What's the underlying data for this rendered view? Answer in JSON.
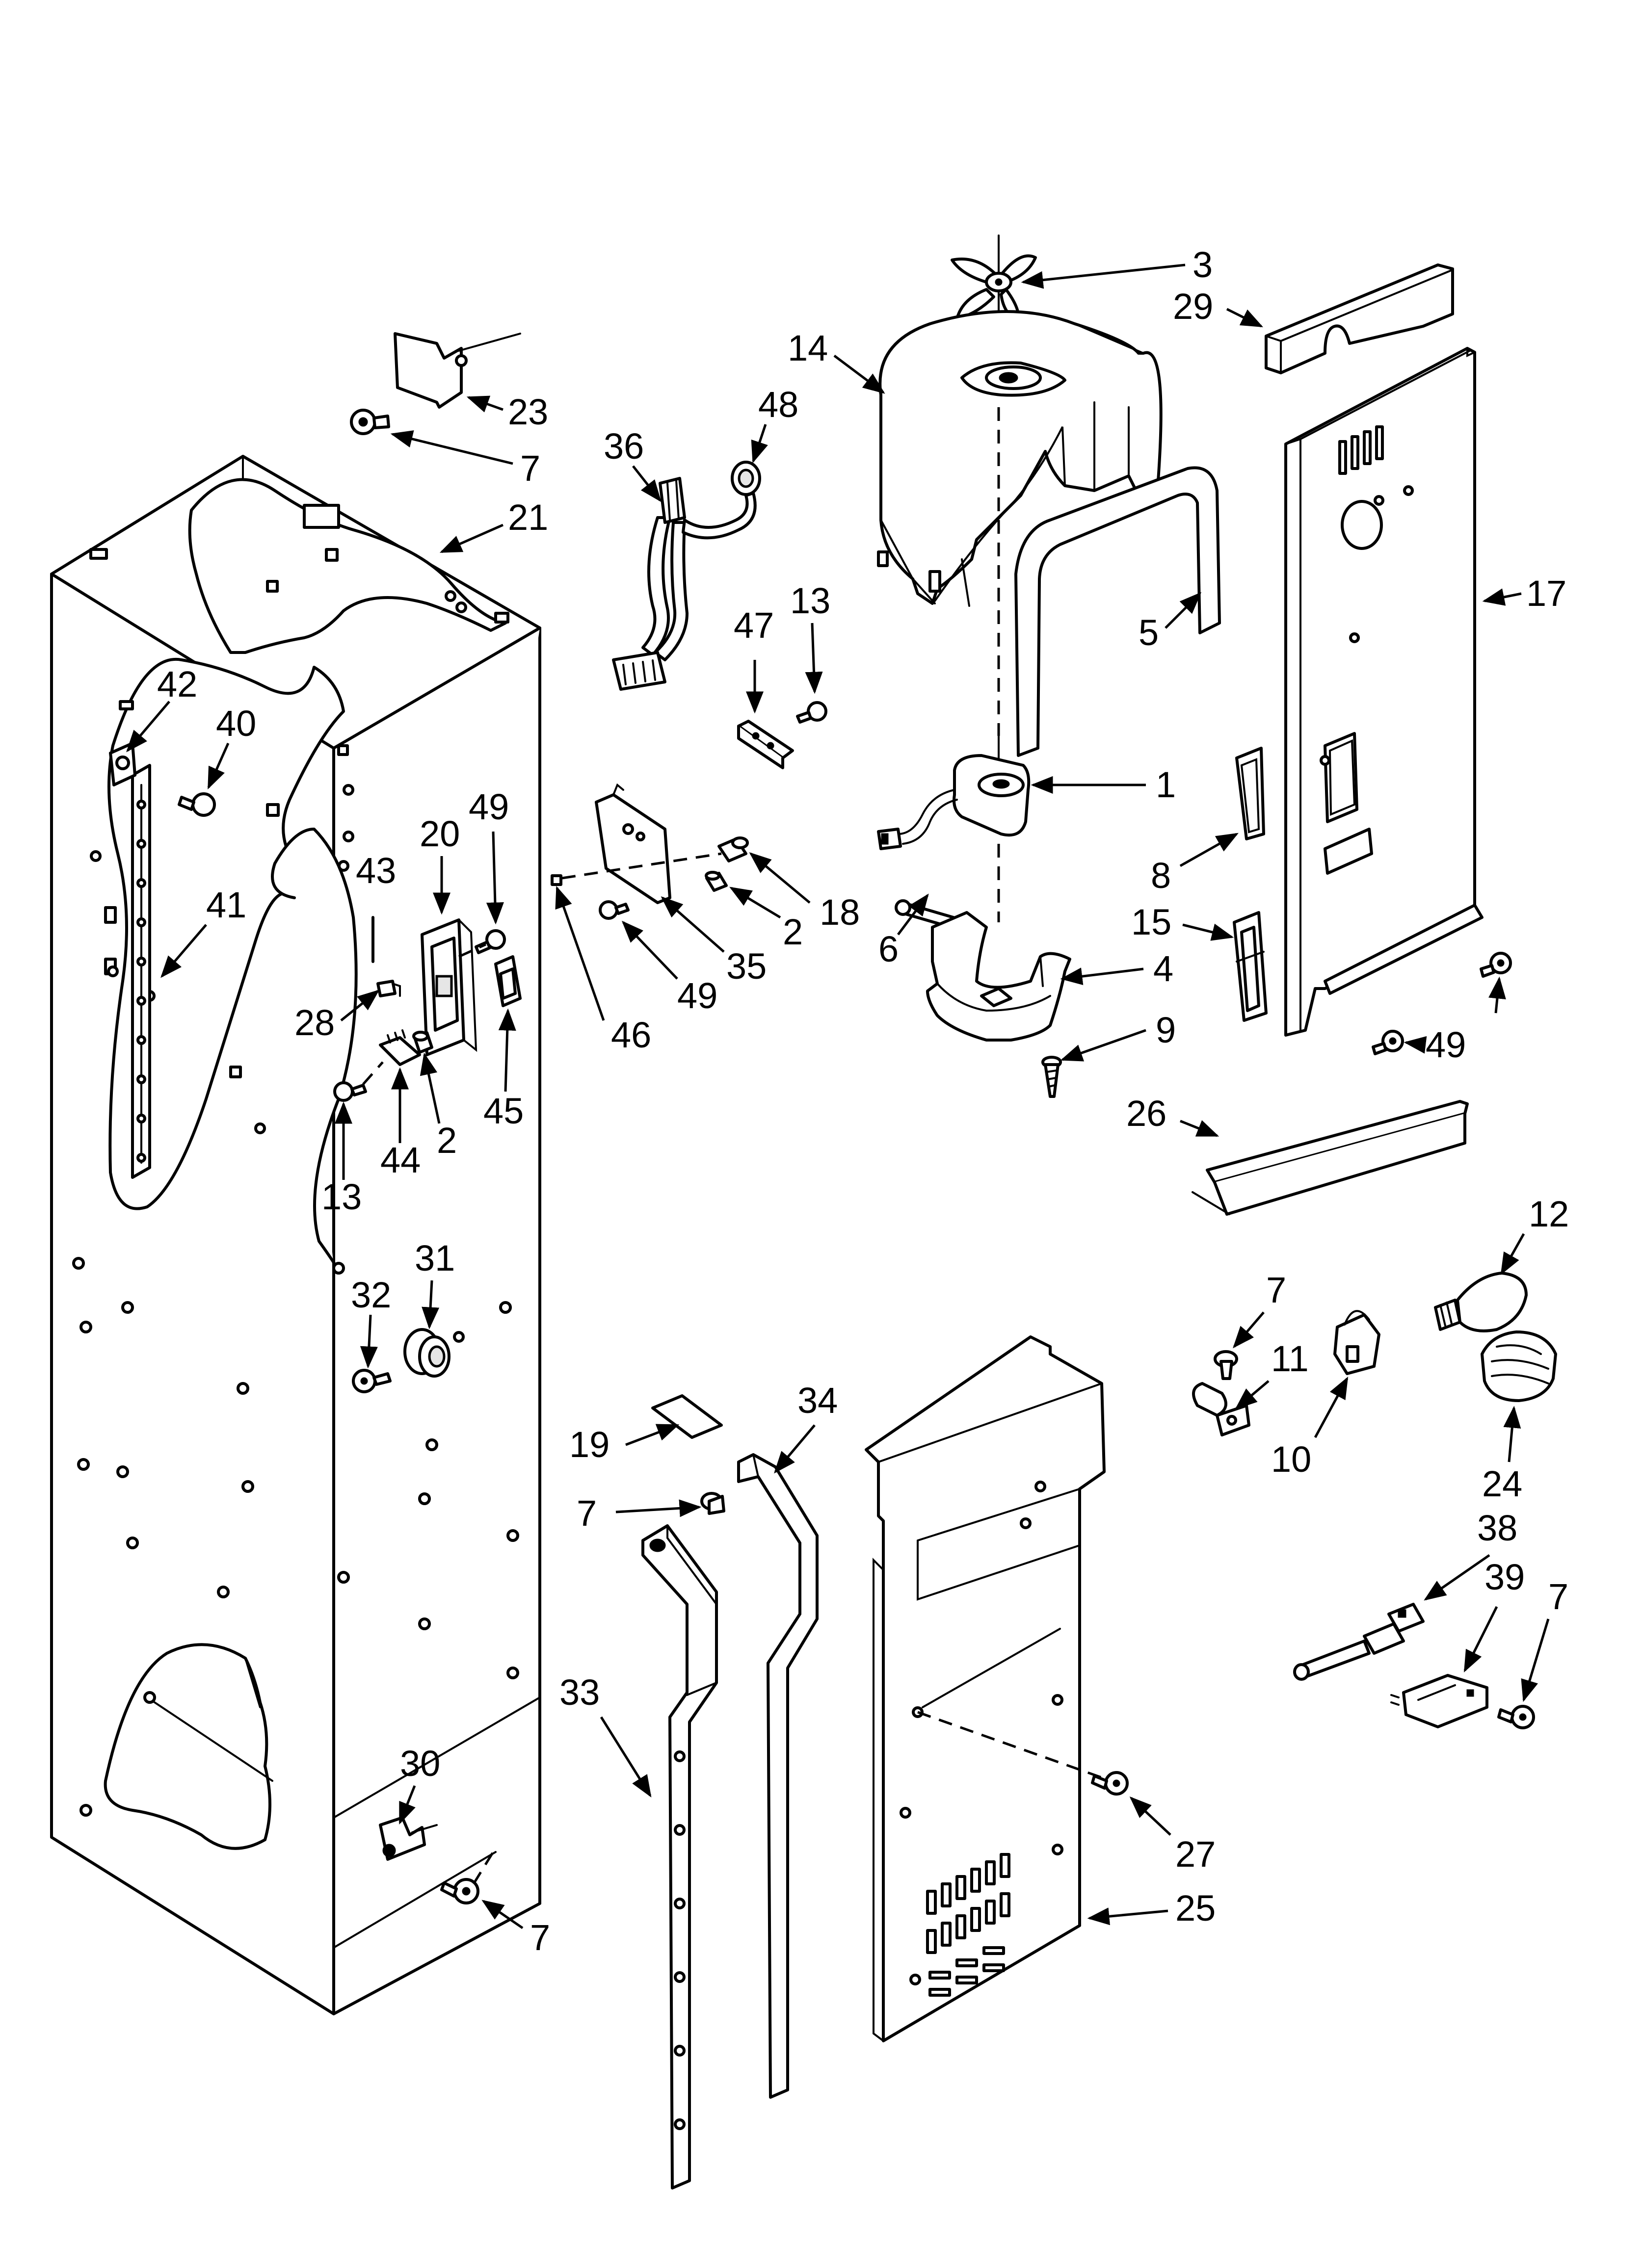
{
  "callouts": [
    {
      "id": "c3",
      "label": "3"
    },
    {
      "id": "c29",
      "label": "29"
    },
    {
      "id": "c14",
      "label": "14"
    },
    {
      "id": "c48",
      "label": "48"
    },
    {
      "id": "c36",
      "label": "36"
    },
    {
      "id": "c23",
      "label": "23"
    },
    {
      "id": "c7a",
      "label": "7"
    },
    {
      "id": "c21",
      "label": "21"
    },
    {
      "id": "c17",
      "label": "17"
    },
    {
      "id": "c5",
      "label": "5"
    },
    {
      "id": "c13a",
      "label": "13"
    },
    {
      "id": "c47",
      "label": "47"
    },
    {
      "id": "c42",
      "label": "42"
    },
    {
      "id": "c40",
      "label": "40"
    },
    {
      "id": "c1",
      "label": "1"
    },
    {
      "id": "c20",
      "label": "20"
    },
    {
      "id": "c49a",
      "label": "49"
    },
    {
      "id": "c43",
      "label": "43"
    },
    {
      "id": "c41",
      "label": "41"
    },
    {
      "id": "c18",
      "label": "18"
    },
    {
      "id": "c8",
      "label": "8"
    },
    {
      "id": "c2a",
      "label": "2"
    },
    {
      "id": "c6",
      "label": "6"
    },
    {
      "id": "c15",
      "label": "15"
    },
    {
      "id": "c35",
      "label": "35"
    },
    {
      "id": "c49b",
      "label": "49"
    },
    {
      "id": "c4",
      "label": "4"
    },
    {
      "id": "c28",
      "label": "28"
    },
    {
      "id": "c46",
      "label": "46"
    },
    {
      "id": "c9",
      "label": "9"
    },
    {
      "id": "c49c",
      "label": "49"
    },
    {
      "id": "c45",
      "label": "45"
    },
    {
      "id": "c26",
      "label": "26"
    },
    {
      "id": "c44",
      "label": "44"
    },
    {
      "id": "c2b",
      "label": "2"
    },
    {
      "id": "c13b",
      "label": "13"
    },
    {
      "id": "c12",
      "label": "12"
    },
    {
      "id": "c31",
      "label": "31"
    },
    {
      "id": "c32",
      "label": "32"
    },
    {
      "id": "c7b",
      "label": "7"
    },
    {
      "id": "c11",
      "label": "11"
    },
    {
      "id": "c34",
      "label": "34"
    },
    {
      "id": "c10",
      "label": "10"
    },
    {
      "id": "c24",
      "label": "24"
    },
    {
      "id": "c19",
      "label": "19"
    },
    {
      "id": "c7c",
      "label": "7"
    },
    {
      "id": "c38",
      "label": "38"
    },
    {
      "id": "c39",
      "label": "39"
    },
    {
      "id": "c7d",
      "label": "7"
    },
    {
      "id": "c33",
      "label": "33"
    },
    {
      "id": "c30",
      "label": "30"
    },
    {
      "id": "c27",
      "label": "27"
    },
    {
      "id": "c25",
      "label": "25"
    },
    {
      "id": "c7e",
      "label": "7"
    }
  ]
}
